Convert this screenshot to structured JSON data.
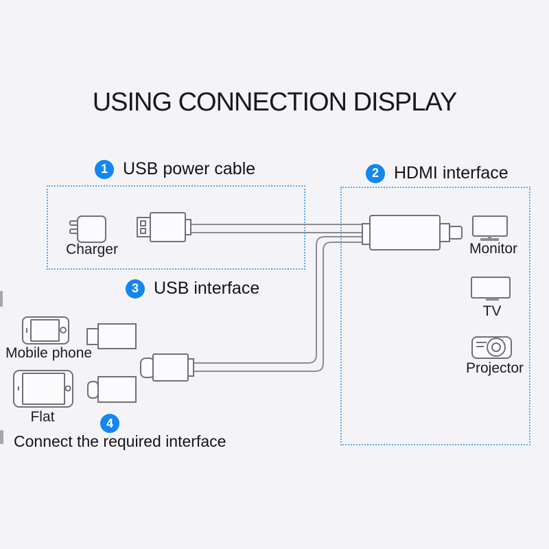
{
  "title": "USING CONNECTION DISPLAY",
  "steps": [
    {
      "num": "1",
      "label": "USB power cable"
    },
    {
      "num": "2",
      "label": "HDMI interface"
    },
    {
      "num": "3",
      "label": "USB interface"
    },
    {
      "num": "4",
      "label": "Connect the required interface"
    }
  ],
  "devices": {
    "charger": "Charger",
    "monitor": "Monitor",
    "tv": "TV",
    "projector": "Projector",
    "mobile_phone": "Mobile phone",
    "flat": "Flat"
  },
  "colors": {
    "background": "#f4f4f8",
    "accent_blue": "#1486f0",
    "dashed_border": "#54a6f3",
    "icon_stroke": "#707075",
    "cable_stroke": "#8b8b90",
    "text": "#19191b"
  }
}
